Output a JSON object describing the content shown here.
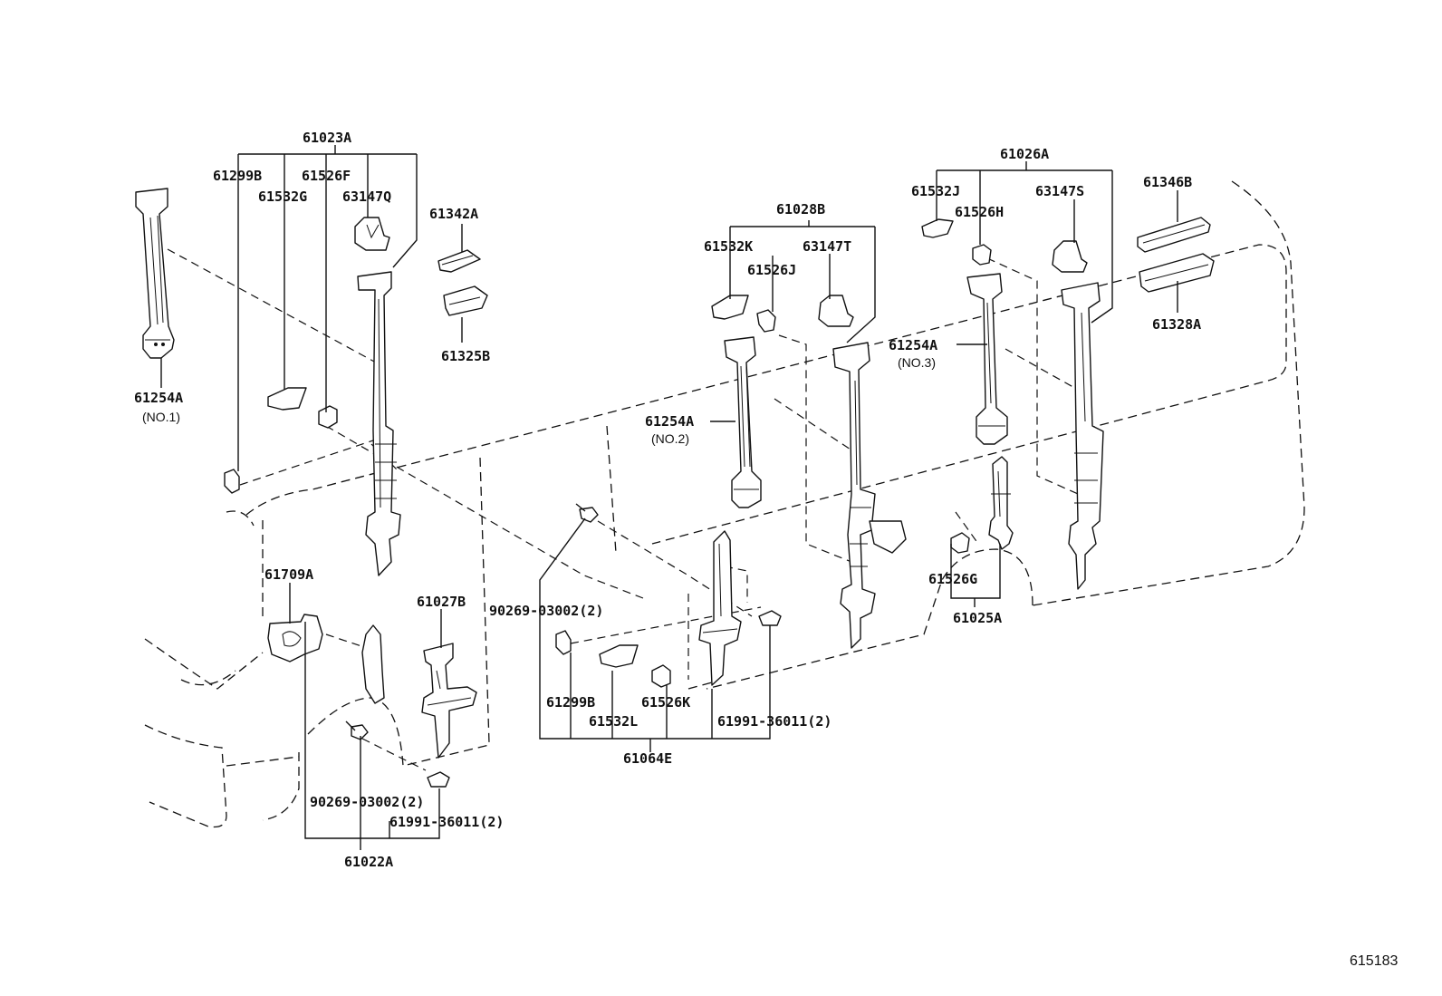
{
  "diagram_id": "615183",
  "parts": {
    "p61023A": "61023A",
    "p61299B_top": "61299B",
    "p61526F": "61526F",
    "p61532G": "61532G",
    "p63147Q": "63147Q",
    "p61342A": "61342A",
    "p61325B": "61325B",
    "p61254A_no1": "61254A",
    "no1": "(NO.1)",
    "p61028B": "61028B",
    "p61532K": "61532K",
    "p63147T": "63147T",
    "p61526J": "61526J",
    "p61254A_no2": "61254A",
    "no2": "(NO.2)",
    "p61026A": "61026A",
    "p61532J": "61532J",
    "p61526H": "61526H",
    "p63147S": "63147S",
    "p61346B": "61346B",
    "p61328A": "61328A",
    "p61254A_no3": "61254A",
    "no3": "(NO.3)",
    "p61709A": "61709A",
    "p61027B": "61027B",
    "p90269_mid": "90269-03002(2)",
    "p61526G": "61526G",
    "p61025A": "61025A",
    "p61299B_bot": "61299B",
    "p61532L": "61532L",
    "p61526K": "61526K",
    "p61991_mid": "61991-36011(2)",
    "p61064E": "61064E",
    "p90269_bot": "90269-03002(2)",
    "p61991_bot": "61991-36011(2)",
    "p61022A": "61022A"
  }
}
